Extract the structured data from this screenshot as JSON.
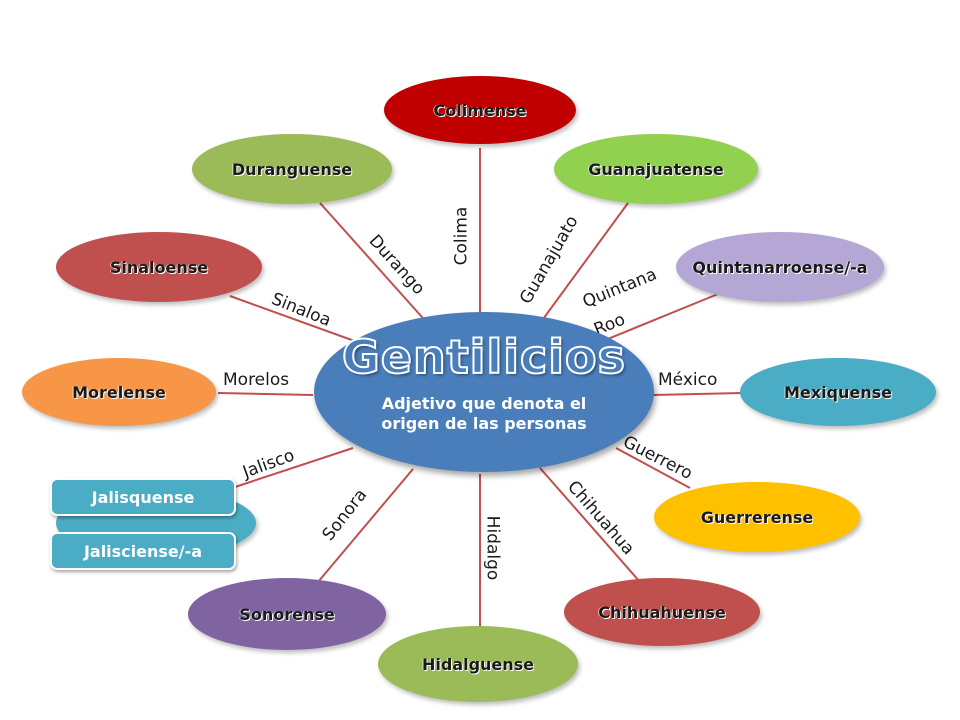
{
  "center": {
    "title": "Gentilicios",
    "subtitle": "Adjetivo que denota el origen de las personas"
  },
  "nodes": {
    "colima": {
      "state": "Colima",
      "gentilicio": "Colimense",
      "color": "#c00000"
    },
    "guanajuato": {
      "state": "Guanajuato",
      "gentilicio": "Guanajuatense",
      "color": "#92d050"
    },
    "quintana_roo": {
      "state": "Quintana Roo",
      "gentilicio": "Quintanarroense/-a",
      "color": "#b4a7d6"
    },
    "mexico": {
      "state": "México",
      "gentilicio": "Mexiquense",
      "color": "#4bacc6"
    },
    "guerrero": {
      "state": "Guerrero",
      "gentilicio": "Guerrerense",
      "color": "#ffc000"
    },
    "chihuahua": {
      "state": "Chihuahua",
      "gentilicio": "Chihuahuense",
      "color": "#c0504d"
    },
    "hidalgo": {
      "state": "Hidalgo",
      "gentilicio": "Hidalguense",
      "color": "#9bbb59"
    },
    "sonora": {
      "state": "Sonora",
      "gentilicio": "Sonorense",
      "color": "#8064a2"
    },
    "jalisco": {
      "state": "Jalisco",
      "gentilicio_1": "Jalisquense",
      "gentilicio_2": "Jalisciense/-a",
      "color": "#4bacc6"
    },
    "morelos": {
      "state": "Morelos",
      "gentilicio": "Morelense",
      "color": "#f79646"
    },
    "sinaloa": {
      "state": "Sinaloa",
      "gentilicio": "Sinaloense",
      "color": "#c0504d"
    },
    "durango": {
      "state": "Durango",
      "gentilicio": "Duranguense",
      "color": "#9bbb59"
    }
  },
  "connector_color": "#c0504d"
}
